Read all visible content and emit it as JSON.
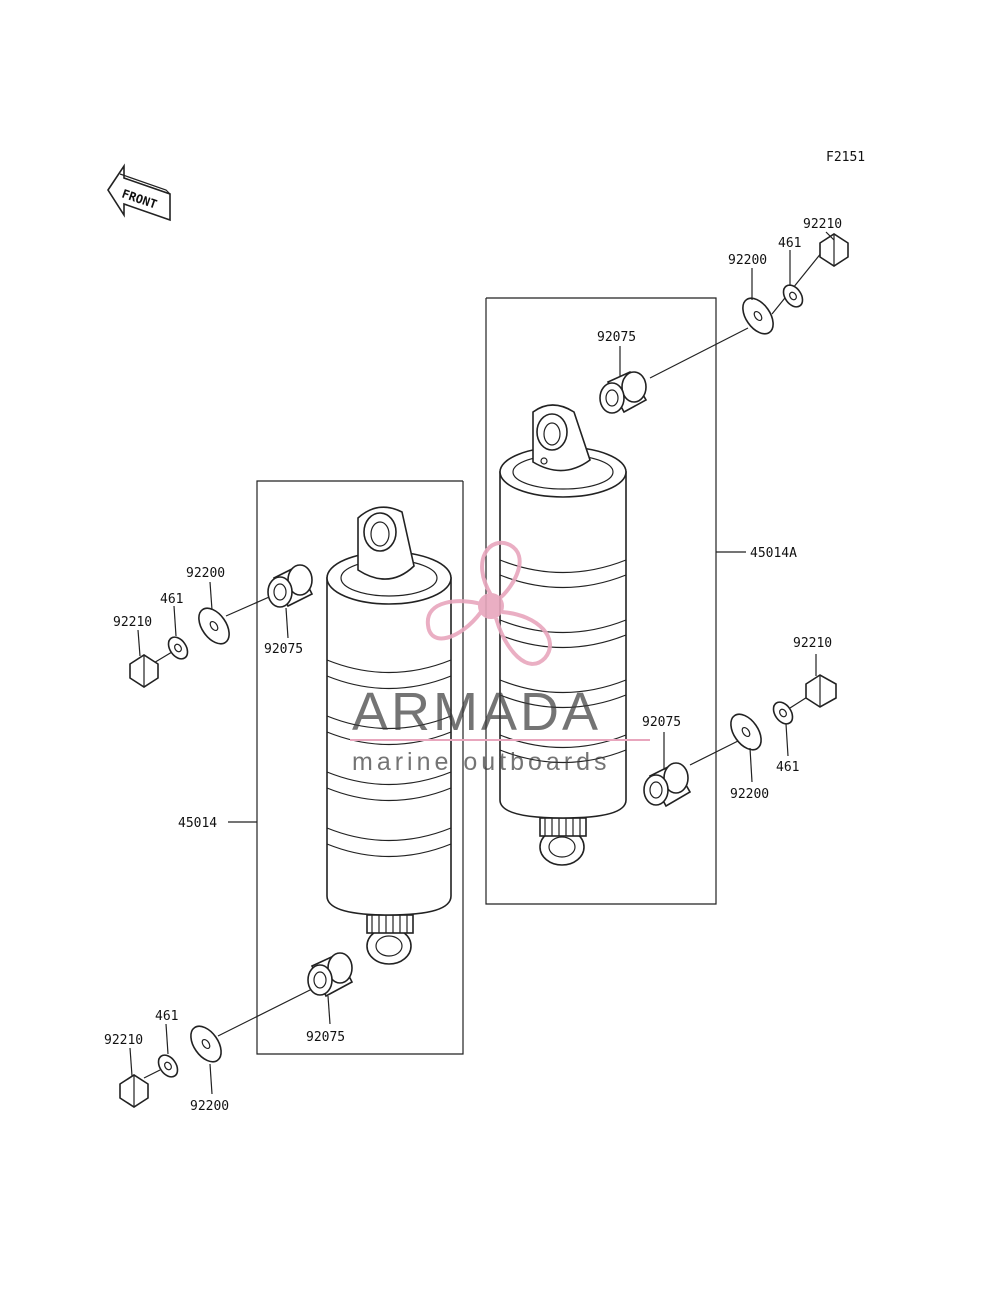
{
  "figure_code": "F2151",
  "front_label": "FRONT",
  "callouts": {
    "right_top_nut": "92210",
    "right_top_washer_small": "461",
    "right_top_washer_large": "92200",
    "right_top_collar": "92075",
    "right_assembly": "45014A",
    "right_bottom_collar": "92075",
    "right_bottom_nut": "92210",
    "right_bottom_washer_small": "461",
    "right_bottom_washer_large": "92200",
    "left_top_washer_large": "92200",
    "left_top_washer_small": "461",
    "left_top_nut": "92210",
    "left_top_collar": "92075",
    "left_assembly": "45014",
    "left_bottom_washer_small": "461",
    "left_bottom_nut": "92210",
    "left_bottom_collar": "92075",
    "left_bottom_washer_large": "92200"
  },
  "watermark": {
    "brand": "ARMADA",
    "tagline": "marine outboards",
    "logo_color": "#e8a6bd"
  }
}
